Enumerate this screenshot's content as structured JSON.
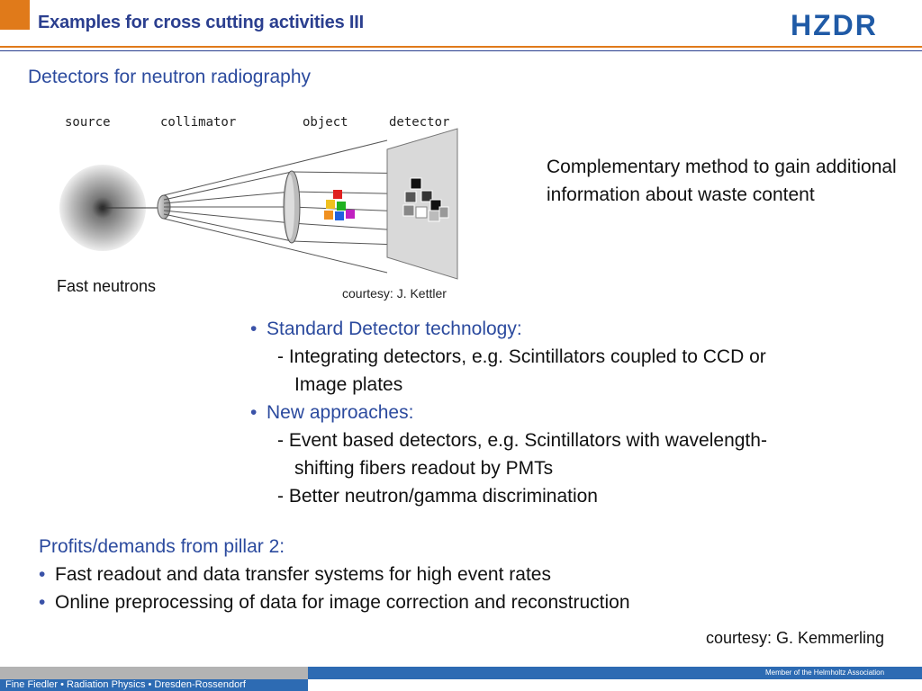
{
  "header": {
    "title": "Examples for cross cutting activities III",
    "logo_text": "HZDR",
    "accent_color": "#e07a1a",
    "brand_color": "#2b3f8f"
  },
  "subtitle": "Detectors for neutron radiography",
  "diagram": {
    "labels": {
      "source": "source",
      "collimator": "collimator",
      "object": "object",
      "detector": "detector"
    },
    "fast_neutrons": "Fast neutrons",
    "courtesy": "courtesy: J. Kettler"
  },
  "complementary_text": "Complementary method to gain additional information about waste content",
  "bullets": {
    "standard_heading": "Standard Detector technology:",
    "standard_line1": "- Integrating detectors, e.g. Scintillators coupled to CCD or",
    "standard_line2": "Image plates",
    "new_heading": "New approaches:",
    "new_line1": "- Event based detectors, e.g. Scintillators with wavelength-",
    "new_line2": "shifting fibers readout by PMTs",
    "new_line3": "- Better neutron/gamma discrimination",
    "bullet_symbol": "•"
  },
  "profits": {
    "heading": "Profits/demands from pillar 2:",
    "item1": "Fast readout and data transfer systems for high event rates",
    "item2": "Online preprocessing of data for image correction and reconstruction"
  },
  "courtesy2": "courtesy: G. Kemmerling",
  "footer": {
    "left_text": "Fine Fiedler • Radiation Physics • Dresden-Rossendorf",
    "member_text": "Member of the Helmholtz Association"
  }
}
